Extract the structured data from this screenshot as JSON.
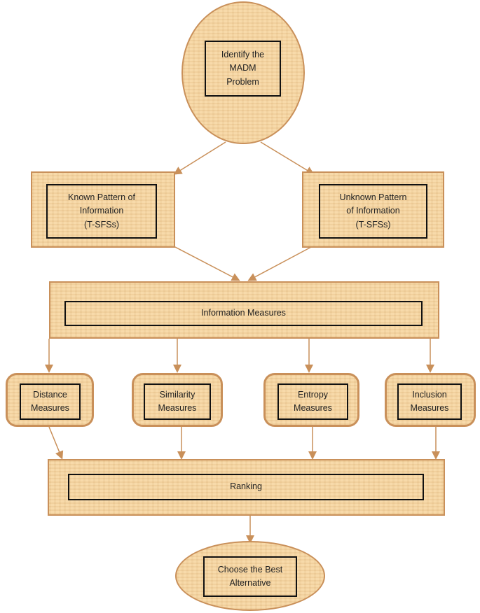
{
  "diagram": {
    "start": {
      "lines": [
        "Identify the",
        "MADM",
        "Problem"
      ]
    },
    "known": {
      "lines": [
        "Known Pattern of",
        "Information",
        "(T-SFSs)"
      ]
    },
    "unknown": {
      "lines": [
        "Unknown Pattern",
        "of Information",
        "(T-SFSs)"
      ]
    },
    "information_measures": {
      "label": "Information Measures"
    },
    "measures": [
      {
        "lines": [
          "Distance",
          "Measures"
        ]
      },
      {
        "lines": [
          "Similarity",
          "Measures"
        ]
      },
      {
        "lines": [
          "Entropy",
          "Measures"
        ]
      },
      {
        "lines": [
          "Inclusion",
          "Measures"
        ]
      }
    ],
    "ranking": {
      "label": "Ranking"
    },
    "end": {
      "lines": [
        "Choose the Best",
        "Alternative"
      ]
    },
    "colors": {
      "fill": "#f6d6a3",
      "border": "#c9905a",
      "arrow": "#c9905a",
      "inner_border": "#111111"
    }
  }
}
